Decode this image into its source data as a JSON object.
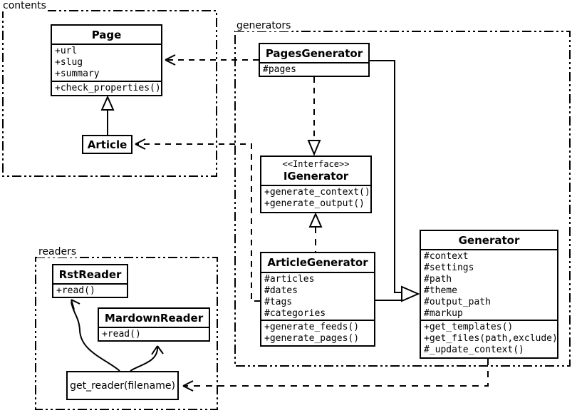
{
  "packages": {
    "contents": {
      "label": "contents"
    },
    "generators": {
      "label": "generators"
    },
    "readers": {
      "label": "readers"
    }
  },
  "classes": {
    "page": {
      "title": "Page",
      "attributes": [
        "+url",
        "+slug",
        "+summary"
      ],
      "methods": [
        "+check_properties()"
      ]
    },
    "article": {
      "title": "Article"
    },
    "pages_generator": {
      "title": "PagesGenerator",
      "attributes": [
        "#pages"
      ]
    },
    "igenerator": {
      "stereotype": "<<Interface>>",
      "title": "IGenerator",
      "methods": [
        "+generate_context()",
        "+generate_output()"
      ]
    },
    "article_generator": {
      "title": "ArticleGenerator",
      "attributes": [
        "#articles",
        "#dates",
        "#tags",
        "#categories"
      ],
      "methods": [
        "+generate_feeds()",
        "+generate_pages()"
      ]
    },
    "generator": {
      "title": "Generator",
      "attributes": [
        "#context",
        "#settings",
        "#path",
        "#theme",
        "#output_path",
        "#markup"
      ],
      "methods": [
        "+get_templates()",
        "+get_files(path,exclude)",
        "#_update_context()"
      ]
    },
    "rst_reader": {
      "title": "RstReader",
      "methods": [
        "+read()"
      ]
    },
    "mardown_reader": {
      "title": "MardownReader",
      "methods": [
        "+read()"
      ]
    },
    "get_reader": {
      "label": "get_reader(filename)"
    }
  },
  "relations": [
    {
      "name": "article-extends-page",
      "kind": "generalization"
    },
    {
      "name": "pagesgenerator-realizes-igenerator",
      "kind": "realization"
    },
    {
      "name": "articlegenerator-realizes-igenerator",
      "kind": "realization"
    },
    {
      "name": "pagesgenerator-extends-generator",
      "kind": "generalization"
    },
    {
      "name": "articlegenerator-extends-generator",
      "kind": "generalization"
    },
    {
      "name": "pagesgenerator-depends-on-page",
      "kind": "dependency"
    },
    {
      "name": "articlegenerator-depends-on-article",
      "kind": "dependency"
    },
    {
      "name": "generator-depends-on-get_reader",
      "kind": "dependency"
    },
    {
      "name": "get_reader-to-rstreader",
      "kind": "association"
    },
    {
      "name": "get_reader-to-mardownreader",
      "kind": "association"
    }
  ],
  "colors": {
    "line": "#000000",
    "background": "#ffffff"
  }
}
